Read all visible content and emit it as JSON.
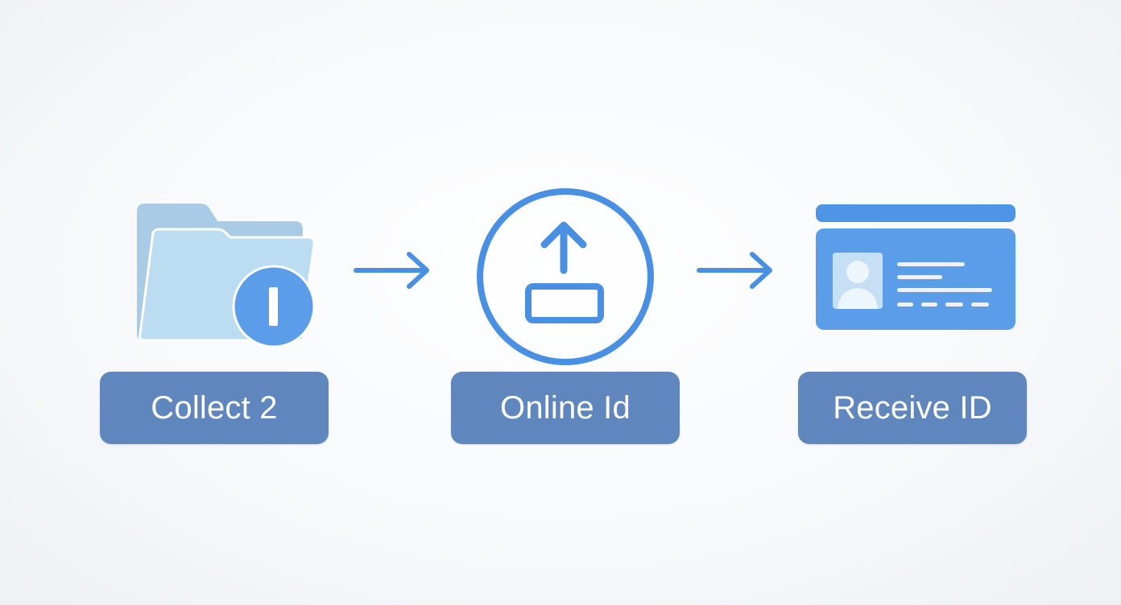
{
  "steps": [
    {
      "label": "Collect 2",
      "icon": "folder-badge-icon"
    },
    {
      "label": "Online Id",
      "icon": "upload-circle-icon"
    },
    {
      "label": "Receive ID",
      "icon": "id-card-icon"
    }
  ],
  "colors": {
    "accent": "#4a90e2",
    "label_bg": "#5f86bd",
    "folder_back": "#a9cbe6",
    "folder_front": "#bcdcf2",
    "card": "#5b9de9",
    "card_top": "#4f95e6"
  }
}
